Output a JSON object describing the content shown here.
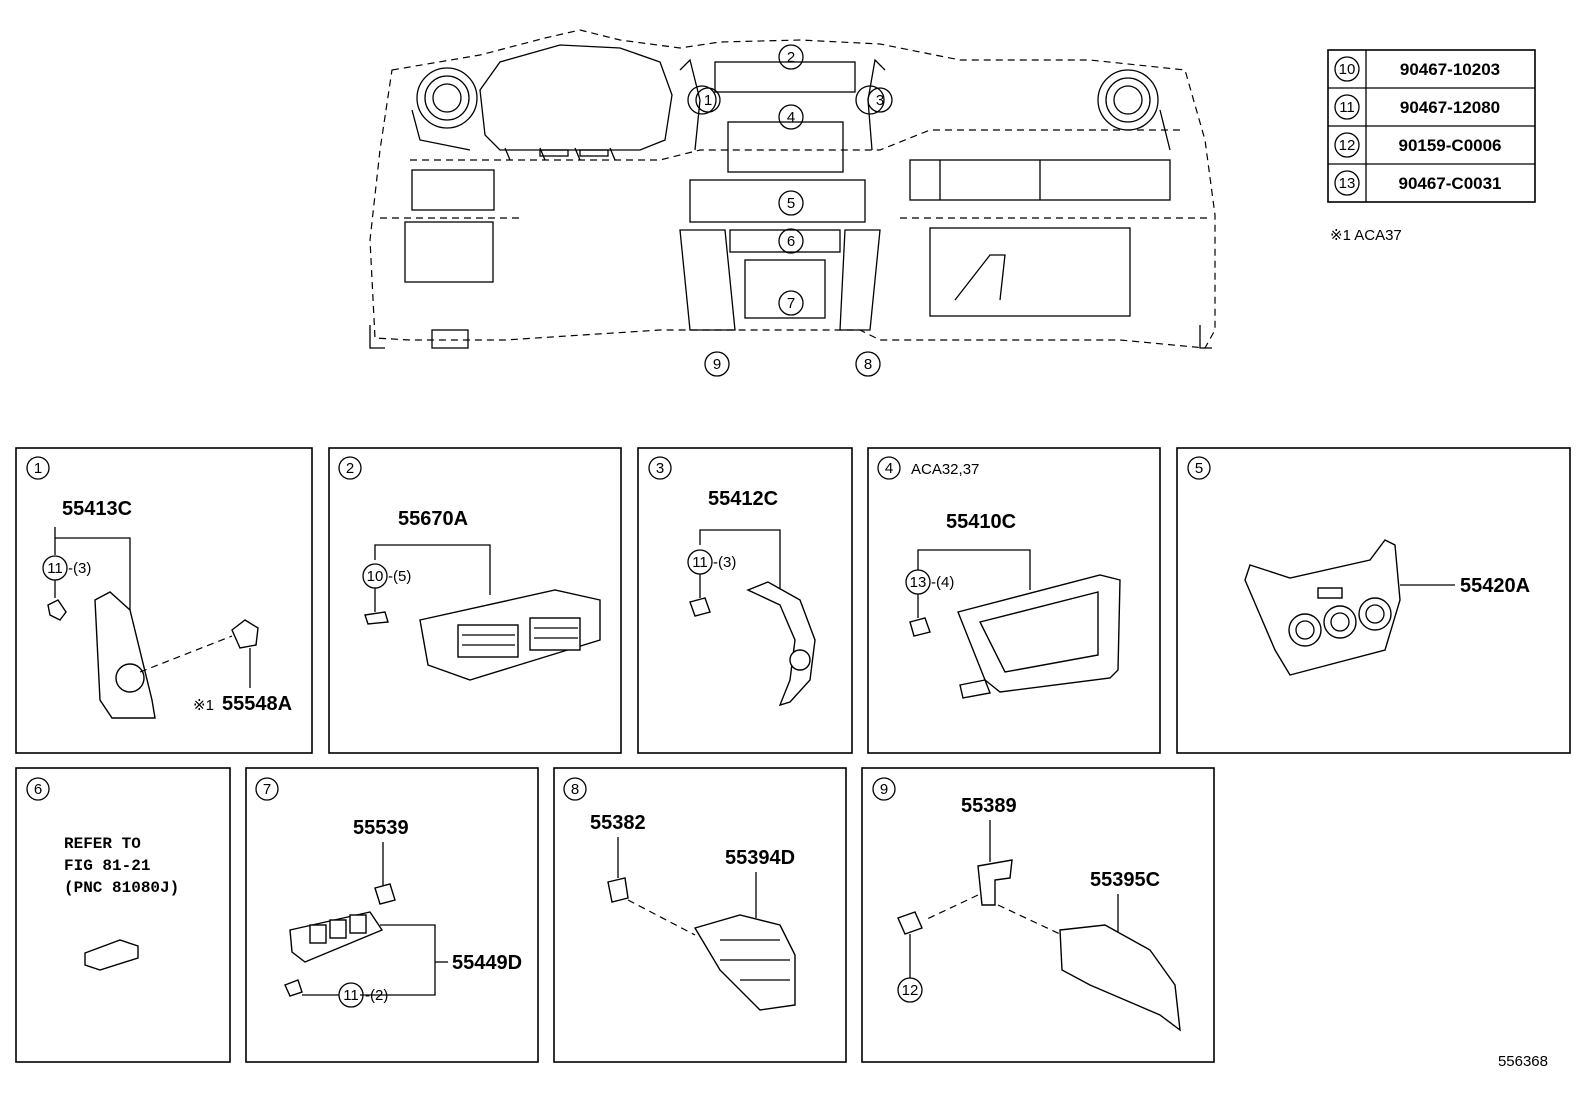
{
  "table": [
    {
      "ref": "10",
      "part": "90467-10203"
    },
    {
      "ref": "11",
      "part": "90467-12080"
    },
    {
      "ref": "12",
      "part": "90159-C0006"
    },
    {
      "ref": "13",
      "part": "90467-C0031"
    }
  ],
  "footnote": "※1 ACA37",
  "overview_callouts": [
    "1",
    "2",
    "3",
    "4",
    "5",
    "6",
    "7",
    "8",
    "9"
  ],
  "panels": {
    "p1": {
      "num": "1",
      "part_a": "55413C",
      "clip": "11",
      "clip_qty": "-(3)",
      "note": "※1",
      "part_b": "55548A"
    },
    "p2": {
      "num": "2",
      "part_a": "55670A",
      "clip": "10",
      "clip_qty": "-(5)"
    },
    "p3": {
      "num": "3",
      "part_a": "55412C",
      "clip": "11",
      "clip_qty": "-(3)"
    },
    "p4": {
      "num": "4",
      "variant": "ACA32,37",
      "part_a": "55410C",
      "clip": "13",
      "clip_qty": "-(4)"
    },
    "p5": {
      "num": "5",
      "part_a": "55420A"
    },
    "p6": {
      "num": "6",
      "ref_line1": "REFER TO",
      "ref_line2": "FIG 81-21",
      "ref_line3": "(PNC 81080J)"
    },
    "p7": {
      "num": "7",
      "part_a": "55539",
      "part_b": "55449D",
      "clip": "11",
      "clip_qty": "-(2)"
    },
    "p8": {
      "num": "8",
      "part_a": "55382",
      "part_b": "55394D"
    },
    "p9": {
      "num": "9",
      "part_a": "55389",
      "part_b": "55395C",
      "clip": "12"
    }
  },
  "figure_id": "556368"
}
